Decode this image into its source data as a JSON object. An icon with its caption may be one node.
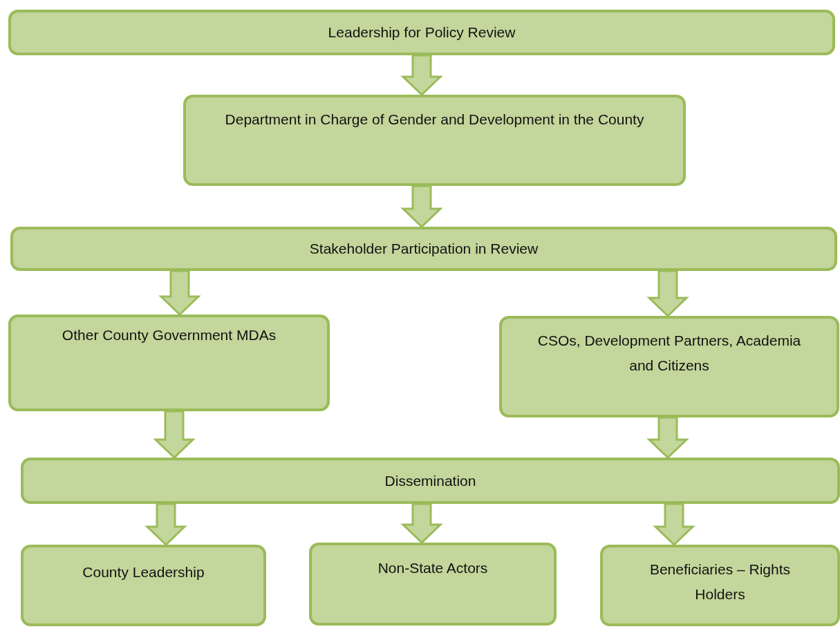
{
  "diagram": {
    "nodes": [
      {
        "text": [
          "Leadership for Policy Review"
        ]
      },
      {
        "text": [
          "Department in Charge of Gender and Development in the County"
        ]
      },
      {
        "text": [
          "Stakeholder Participation in Review"
        ]
      },
      {
        "text": [
          "Other County Government MDAs"
        ]
      },
      {
        "text": [
          "CSOs, Development Partners, Academia and Citizens"
        ]
      },
      {
        "text": [
          "Dissemination"
        ]
      },
      {
        "text": [
          "County Leadership"
        ]
      },
      {
        "text": [
          "Non-State Actors"
        ]
      },
      {
        "text": [
          "Beneficiaries – Rights Holders"
        ]
      }
    ],
    "edges": [
      {
        "from": 0,
        "to": 1,
        "arrow": "to"
      },
      {
        "from": 1,
        "to": 2,
        "arrow": "to"
      },
      {
        "from": 2,
        "to": 3,
        "arrow": "to"
      },
      {
        "from": 2,
        "to": 4,
        "arrow": "to"
      },
      {
        "from": 3,
        "to": 5,
        "arrow": "to"
      },
      {
        "from": 4,
        "to": 5,
        "arrow": "to"
      },
      {
        "from": 5,
        "to": 6,
        "arrow": "to"
      },
      {
        "from": 5,
        "to": 7,
        "arrow": "to"
      },
      {
        "from": 5,
        "to": 8,
        "arrow": "to"
      }
    ]
  }
}
